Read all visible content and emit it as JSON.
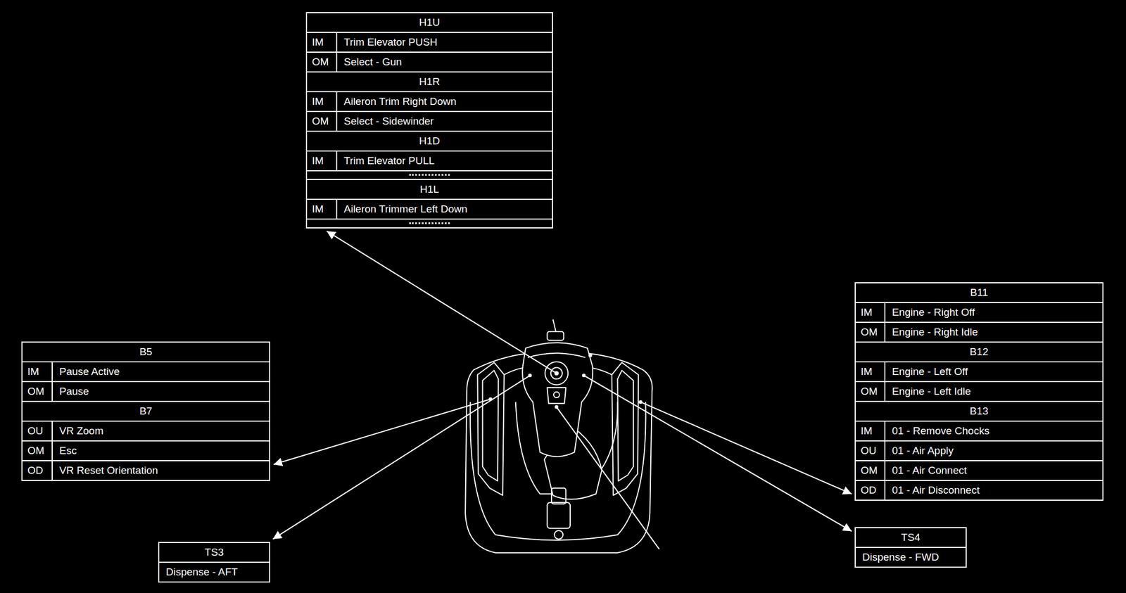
{
  "diagram": {
    "nodes": [
      {
        "text": [
          "H1U",
          "IM",
          "Trim Elevator PUSH",
          "OM",
          "Select - Gun"
        ]
      },
      {
        "text": [
          "H1R",
          "IM",
          "Aileron Trim Right Down",
          "OM",
          "Select - Sidewinder"
        ]
      },
      {
        "text": [
          "H1D",
          "IM",
          "Trim Elevator PULL"
        ]
      },
      {
        "text": [
          "H1L",
          "IM",
          "Aileron Trimmer Left Down"
        ]
      },
      {
        "text": [
          "B5",
          "IM",
          "Pause Active",
          "OM",
          "Pause"
        ]
      },
      {
        "text": [
          "B7",
          "OU",
          "VR Zoom",
          "OM",
          "Esc",
          "OD",
          "VR Reset Orientation"
        ]
      },
      {
        "text": [
          "B11",
          "IM",
          "Engine - Right Off",
          "OM",
          "Engine - Right Idle"
        ]
      },
      {
        "text": [
          "B12",
          "IM",
          "Engine - Left Off",
          "OM",
          "Engine - Left Idle"
        ]
      },
      {
        "text": [
          "B13",
          "IM",
          "01 - Remove Chocks",
          "OU",
          "01 - Air Apply",
          "OM",
          "01 - Air Connect",
          "OD",
          "01 - Air Disconnect"
        ]
      },
      {
        "text": [
          "TS3",
          "Dispense - AFT"
        ]
      },
      {
        "text": [
          "TS4",
          "Dispense - FWD"
        ]
      }
    ]
  }
}
